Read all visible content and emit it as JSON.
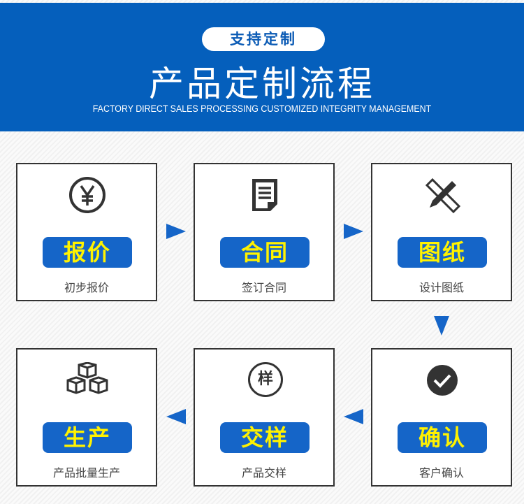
{
  "header": {
    "badge": "支持定制",
    "title": "产品定制流程",
    "subtitle": "FACTORY DIRECT SALES PROCESSING CUSTOMIZED INTEGRITY MANAGEMENT"
  },
  "steps": [
    {
      "label": "报价",
      "caption": "初步报价",
      "icon": "yen-icon"
    },
    {
      "label": "合同",
      "caption": "签订合同",
      "icon": "document-icon"
    },
    {
      "label": "图纸",
      "caption": "设计图纸",
      "icon": "pencil-ruler-icon"
    },
    {
      "label": "确认",
      "caption": "客户确认",
      "icon": "check-circle-icon"
    },
    {
      "label": "交样",
      "caption": "产品交样",
      "icon": "sample-icon",
      "icon_text": "样"
    },
    {
      "label": "生产",
      "caption": "产品批量生产",
      "icon": "boxes-icon"
    }
  ],
  "colors": {
    "banner": "#055fbc",
    "label_bg": "#1565c8",
    "label_text": "#fff200"
  }
}
